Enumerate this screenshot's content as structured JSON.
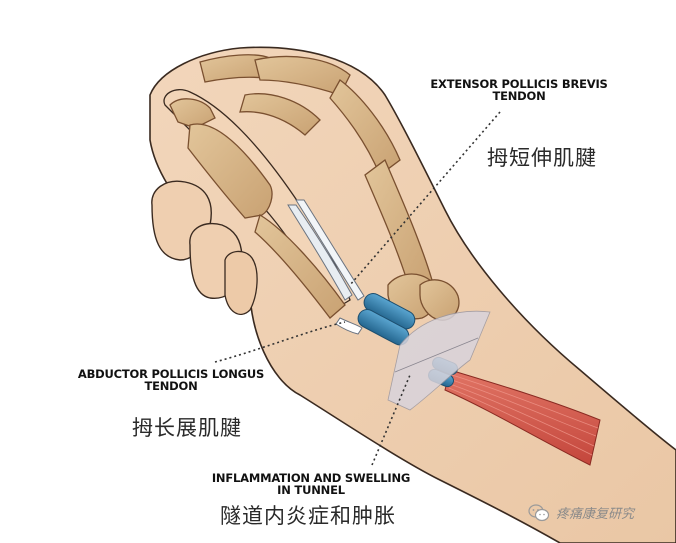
{
  "figure": {
    "title": "De Quervain tenosynovitis - wrist anatomy",
    "colors": {
      "skin": "#f0d2b4",
      "skin_shadow": "#dcb08a",
      "bone": "#d9b98a",
      "bone_outline": "#7a5030",
      "tendon_sheath": "#3a86b4",
      "tendon_white": "#e8edf2",
      "retinaculum": "#d8d4dc",
      "muscle": "#d4594c",
      "outline": "#3a2a20",
      "leader_line": "#333333"
    }
  },
  "labels": {
    "epb": {
      "en_line1": "EXTENSOR POLLICIS BREVIS",
      "en_line2": "TENDON",
      "cn": "拇短伸肌腱"
    },
    "apl": {
      "en_line1": "ABDUCTOR POLLICIS LONGUS",
      "en_line2": "TENDON",
      "cn": "拇长展肌腱"
    },
    "tunnel": {
      "en_line1": "INFLAMMATION AND SWELLING",
      "en_line2": "IN TUNNEL",
      "cn": "隧道内炎症和肿胀"
    }
  },
  "watermark": {
    "icon": "wechat-icon",
    "text": "疼痛康复研究"
  }
}
